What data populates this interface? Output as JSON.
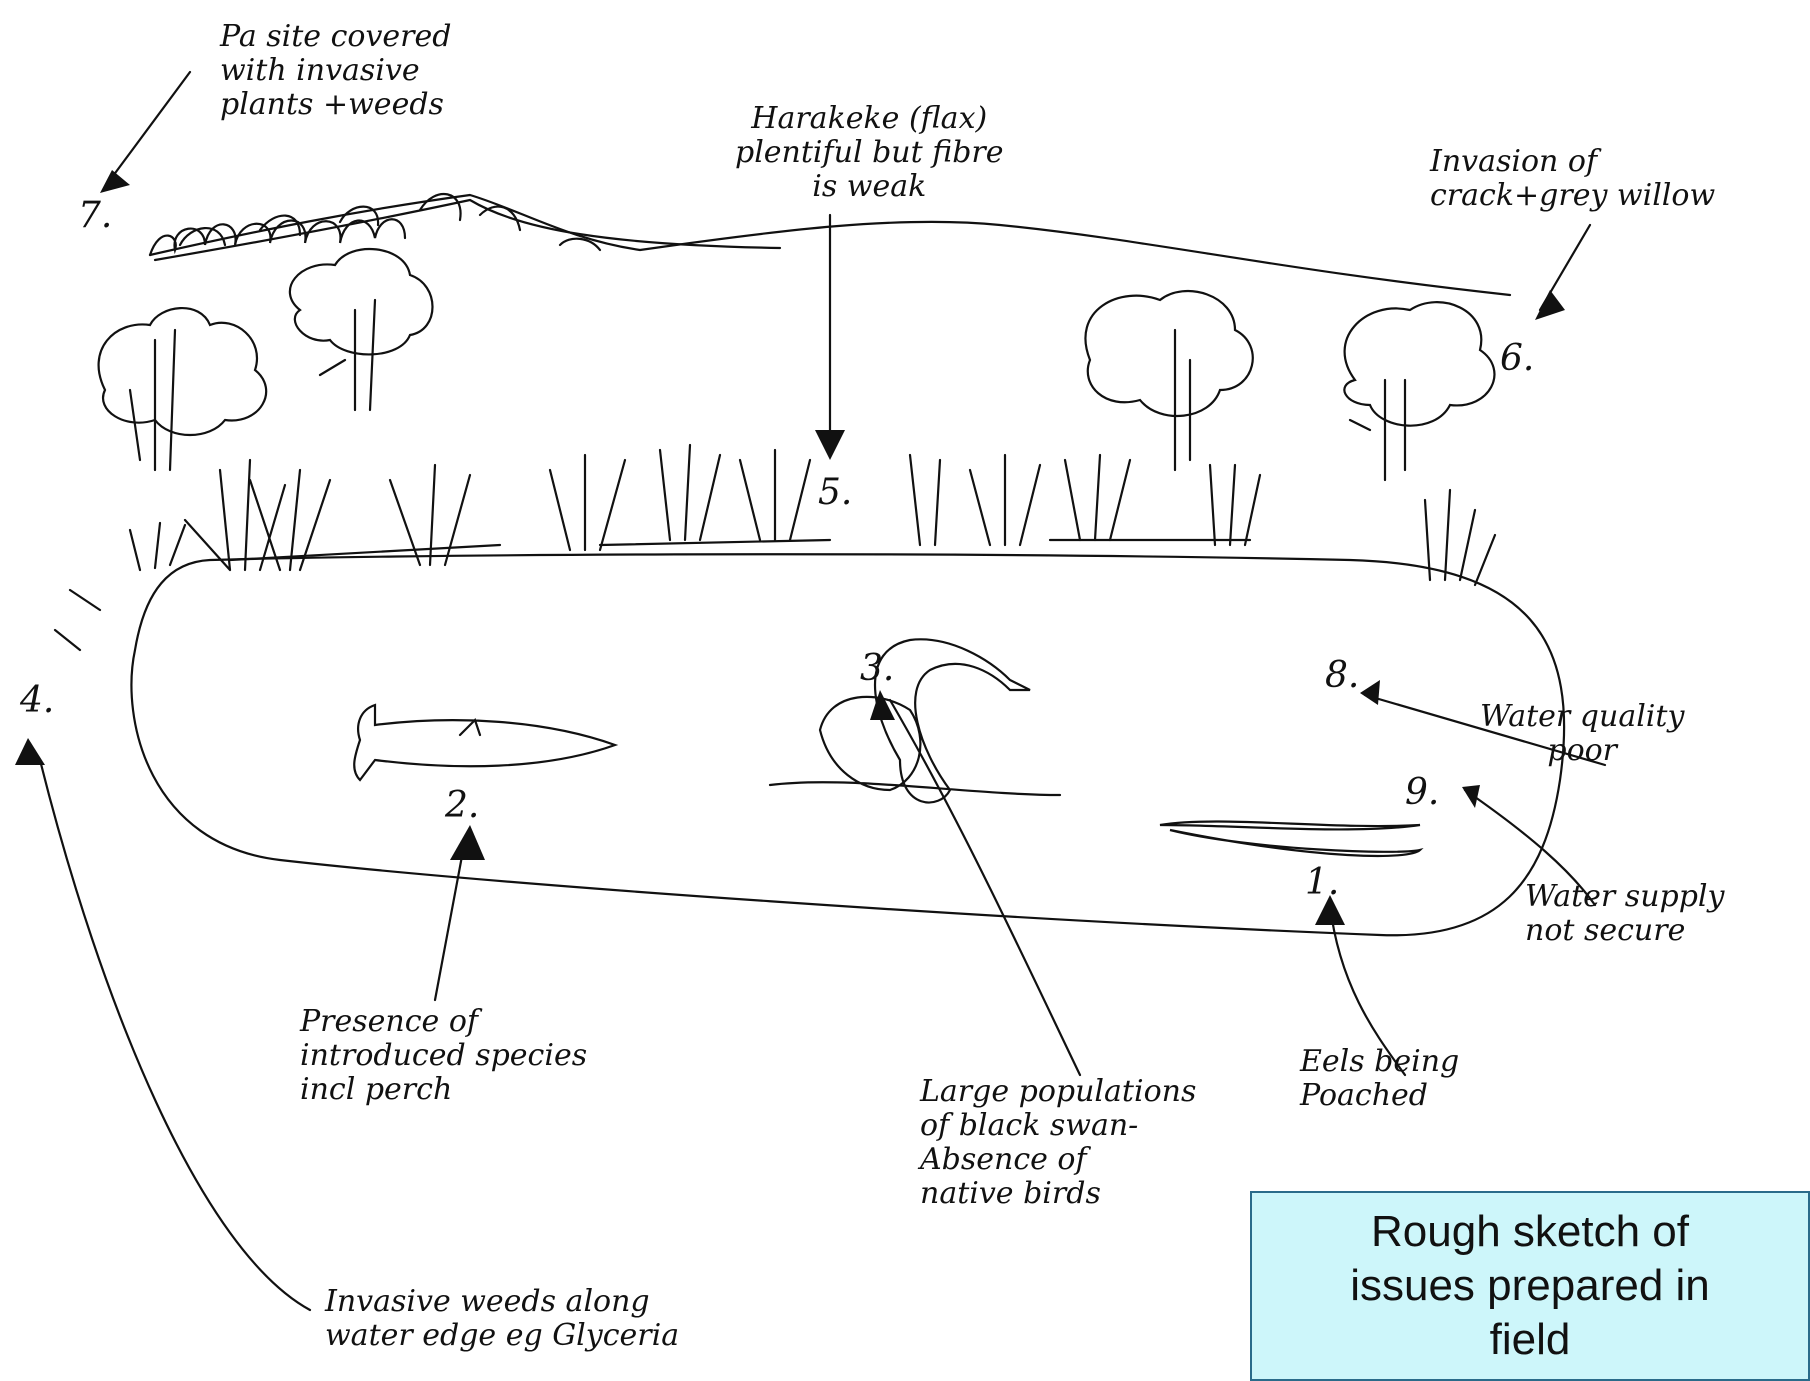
{
  "caption": "Rough sketch of\nissues prepared in\nfield",
  "annotations": {
    "pa_site": "Pa site covered\nwith invasive\nplants +weeds",
    "harakeke": "Harakeke (flax)\nplentiful but fibre\nis weak",
    "willow": "Invasion of\ncrack+grey willow",
    "water_quality": "Water quality\npoor",
    "water_supply": "Water supply\nnot secure",
    "introduced_species": "Presence of\nintroduced species\nincl perch",
    "black_swan": "Large populations\nof black swan-\nAbsence of\nnative birds",
    "eels": "Eels being\nPoached",
    "invasive_weeds": "Invasive weeds along\nwater edge eg Glyceria"
  },
  "numbers": {
    "n1": "1.",
    "n2": "2.",
    "n3": "3.",
    "n4": "4.",
    "n5": "5.",
    "n6": "6.",
    "n7": "7.",
    "n8": "8.",
    "n9": "9."
  }
}
